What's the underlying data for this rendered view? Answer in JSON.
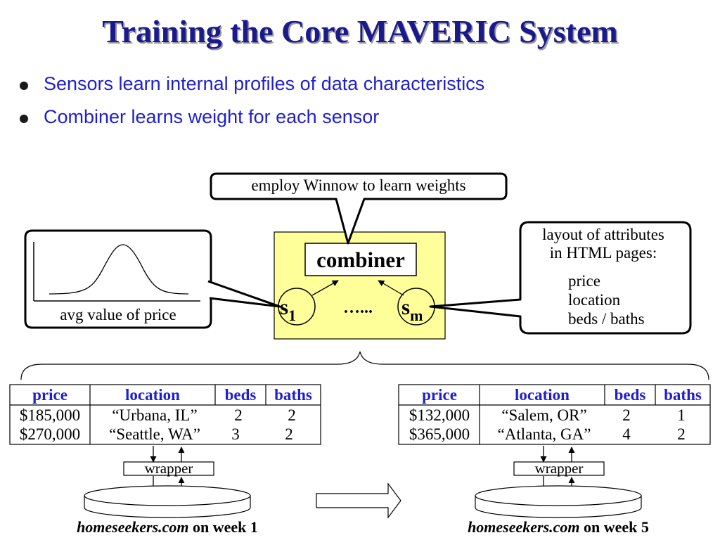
{
  "title": "Training the Core MAVERIC System",
  "bullets": [
    "Sensors learn internal profiles of data characteristics",
    "Combiner learns weight for each sensor"
  ],
  "callout_top": "employ Winnow to learn weights",
  "callout_left": "avg value of price",
  "callout_right": {
    "line1": "layout of attributes",
    "line2": "in HTML pages:",
    "items": [
      "price",
      "location",
      "beds / baths"
    ]
  },
  "combiner": "combiner",
  "sensor_1": {
    "base": "s",
    "sub": "1"
  },
  "sensor_m": {
    "base": "s",
    "sub": "m"
  },
  "ellipsis": "…...",
  "table_headers": [
    "price",
    "location",
    "beds",
    "baths"
  ],
  "table_left": [
    [
      "$185,000",
      "“Urbana, IL”",
      "2",
      "2"
    ],
    [
      "$270,000",
      "“Seattle, WA”",
      "3",
      "2"
    ]
  ],
  "table_right": [
    [
      "$132,000",
      "“Salem, OR”",
      "2",
      "1"
    ],
    [
      "$365,000",
      "“Atlanta, GA”",
      "4",
      "2"
    ]
  ],
  "wrapper_label": "wrapper",
  "caption_left": {
    "site": "homeseekers.com",
    "suffix": " on week 1"
  },
  "caption_right": {
    "site": "homeseekers.com",
    "suffix": " on week 5"
  },
  "colors": {
    "title": "#1a1a8c",
    "bullet_text": "#1f1fd0",
    "table_header": "#1f1fd0",
    "combiner_box": "#ffff99"
  }
}
